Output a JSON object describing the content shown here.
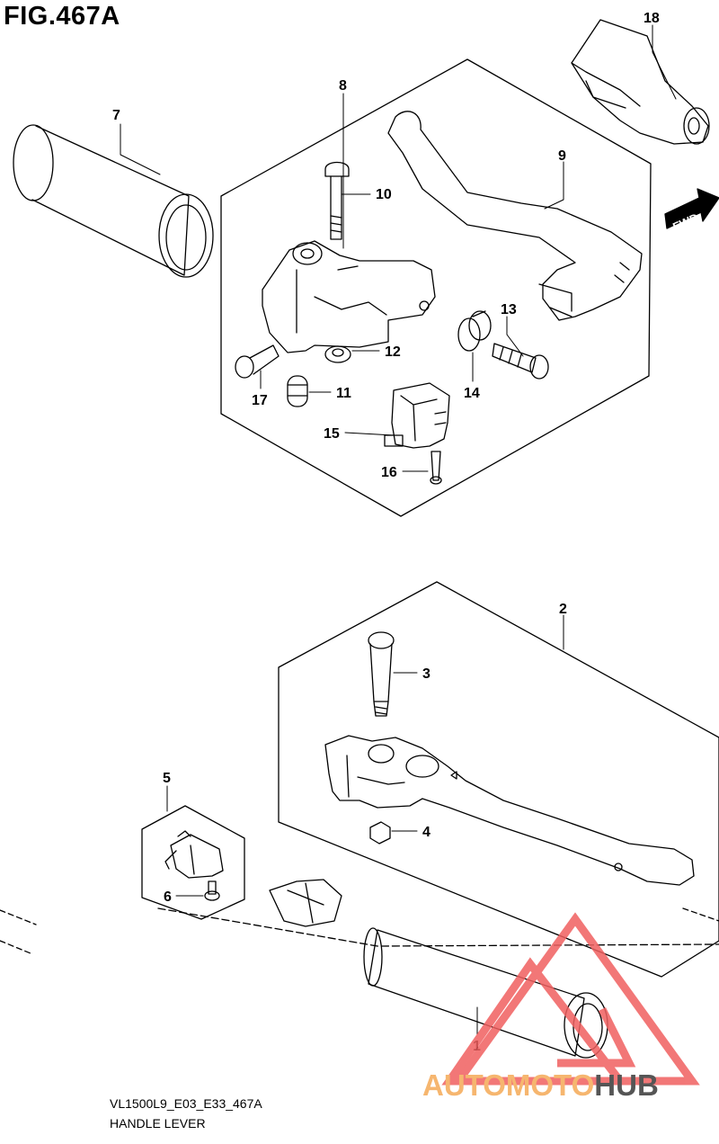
{
  "figure": {
    "title": "FIG.467A",
    "model_code": "VL1500L9_E03_E33_467A",
    "name": "HANDLE LEVER"
  },
  "parts": [
    {
      "ref": "1"
    },
    {
      "ref": "2"
    },
    {
      "ref": "3"
    },
    {
      "ref": "4"
    },
    {
      "ref": "5"
    },
    {
      "ref": "6"
    },
    {
      "ref": "7"
    },
    {
      "ref": "8"
    },
    {
      "ref": "9"
    },
    {
      "ref": "10"
    },
    {
      "ref": "11"
    },
    {
      "ref": "12"
    },
    {
      "ref": "13"
    },
    {
      "ref": "14"
    },
    {
      "ref": "15"
    },
    {
      "ref": "16"
    },
    {
      "ref": "17"
    },
    {
      "ref": "18"
    }
  ],
  "direction_badge": "FWD",
  "watermark": {
    "text_left": "AUTOMOTO",
    "text_right": "HUB",
    "color_primary": "#f06060",
    "color_text": "#f6b66f",
    "color_text_dark": "#555555"
  }
}
